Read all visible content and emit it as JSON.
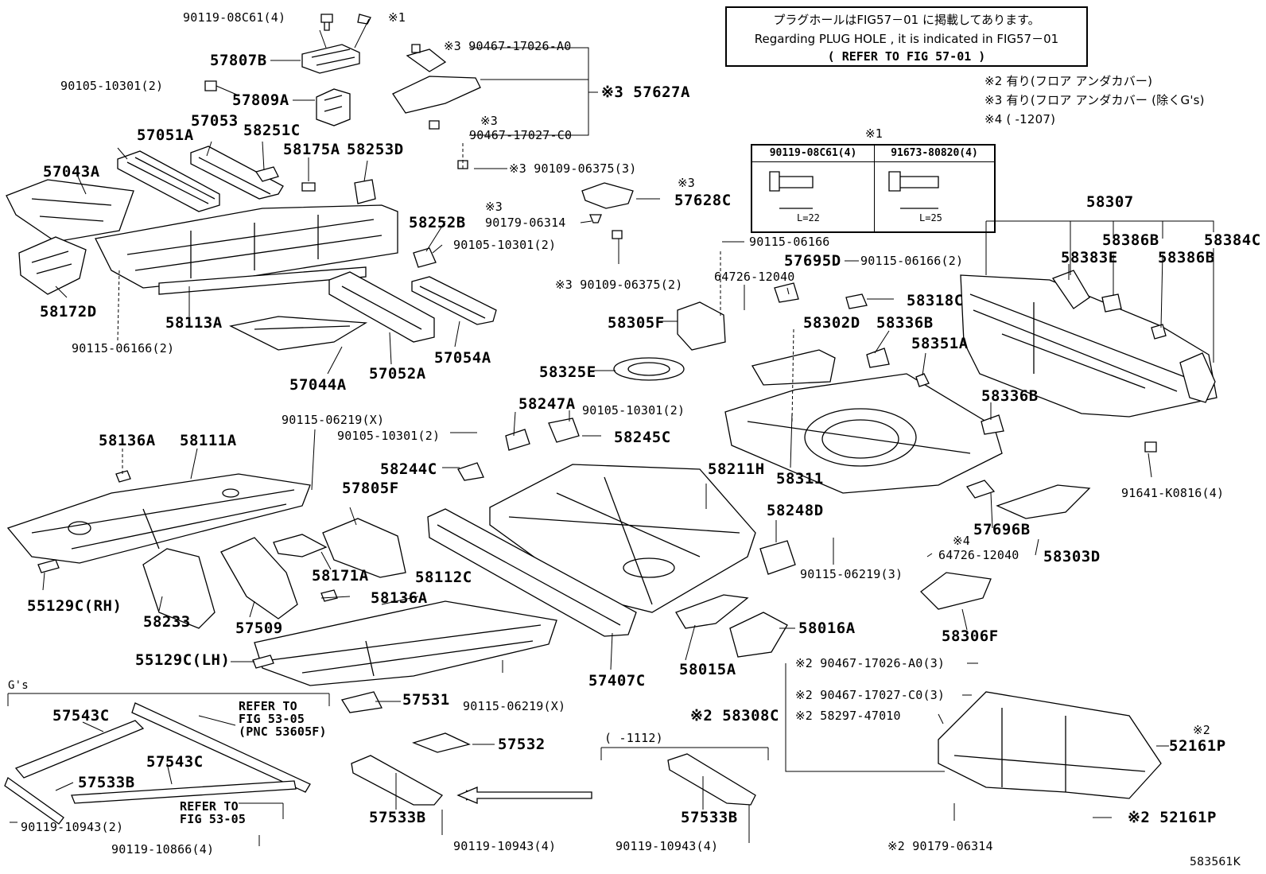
{
  "diagram_id": "583561K",
  "note_box": {
    "line_jp": "プラグホールはFIG57－01 に掲載してあります。",
    "line_en": "Regarding  PLUG HOLE , it is  indicated  in  FIG57－01",
    "line_ref": "( REFER TO FIG 57-01 )"
  },
  "legend": {
    "note2": "※2 有り(フロア アンダカバー)",
    "note3": "※3 有り(フロア アンダカバー (除くG's)",
    "note4": "※4 (      -1207)"
  },
  "bolt_table": {
    "mark": "※1",
    "col1_part": "90119-08C61(4)",
    "col2_part": "91673-80820(4)",
    "col1_len": "L=22",
    "col2_len": "L=25"
  },
  "labels": {
    "p90119_08C61": "90119-08C61(4)",
    "mark1_top": "※1",
    "p57807B": "57807B",
    "p90105_10301_a": "90105-10301(2)",
    "p57809A": "57809A",
    "p57051A": "57051A",
    "p57053": "57053",
    "p58251C": "58251C",
    "p58175A": "58175A",
    "p58253D": "58253D",
    "p57043A": "57043A",
    "p58172D": "58172D",
    "p58113A": "58113A",
    "p90115_06166_a": "90115-06166(2)",
    "p58252B": "58252B",
    "p90105_10301_b": "90105-10301(2)",
    "p57044A": "57044A",
    "p57052A": "57052A",
    "p57054A": "57054A",
    "p90467_17026_top": "※3 90467-17026-A0",
    "p57627A": "※3 57627A",
    "p90467_17027_mark": "※3",
    "p90467_17027_top": "90467-17027-C0",
    "p90109_06375_a": "※3 90109-06375(3)",
    "p57628C": "57628C",
    "p57628C_mark": "※3",
    "p90179_06314_mark": "※3",
    "p90179_06314_a": "90179-06314",
    "p90109_06375_b": "※3 90109-06375(2)",
    "p90115_06166_b": "90115-06166",
    "p57695D": "57695D",
    "p90115_06166_c": "90115-06166(2)",
    "p64726_12040_a": "64726-12040",
    "p58318C": "58318C",
    "p58305F": "58305F",
    "p58302D": "58302D",
    "p58336B_a": "58336B",
    "p58351A": "58351A",
    "p58325E": "58325E",
    "p58336B_b": "58336B",
    "p58307": "58307",
    "p58386B_a": "58386B",
    "p58384C": "58384C",
    "p58383E": "58383E",
    "p58386B_b": "58386B",
    "p91641_K0816": "91641-K0816(4)",
    "p90115_06219_X_a": "90115-06219(X)",
    "p58136A_a": "58136A",
    "p58111A": "58111A",
    "p90105_10301_c": "90105-10301(2)",
    "p58247A": "58247A",
    "p90105_10301_d": "90105-10301(2)",
    "p58245C": "58245C",
    "p58244C": "58244C",
    "p57805F": "57805F",
    "p58211H": "58211H",
    "p58311": "58311",
    "p58248D": "58248D",
    "p57696B": "57696B",
    "p58303D": "58303D",
    "p64726_12040_b_mark": "※4",
    "p64726_12040_b": "64726-12040",
    "p90115_06219_3": "90115-06219(3)",
    "p58306F": "58306F",
    "p55129C_RH": "55129C(RH)",
    "p58171A": "58171A",
    "p58112C": "58112C",
    "p58136A_b": "58136A",
    "p58233": "58233",
    "p57509": "57509",
    "p58016A": "58016A",
    "p58015A": "58015A",
    "p57407C": "57407C",
    "p55129C_LH": "55129C(LH)",
    "p90115_06219_X_b": "90115-06219(X)",
    "p57531": "57531",
    "p57532": "57532",
    "p90467_17026_bot": "※2 90467-17026-A0(3)",
    "p90467_17027_bot": "※2 90467-17027-C0(3)",
    "p58308C": "※2 58308C",
    "p58297_47010": "※2 58297-47010",
    "p52161P_a_mark": "※2",
    "p52161P_a": "52161P",
    "p52161P_b": "※2 52161P",
    "p90179_06314_b": "※2 90179-06314",
    "gs_title": "G's",
    "p57543C_a": "57543C",
    "p57543C_b": "57543C",
    "p57533B_a": "57533B",
    "refer1_l1": "REFER TO",
    "refer1_l2": "FIG 53-05",
    "refer1_l3": "(PNC 53605F)",
    "refer2_l1": "REFER TO",
    "refer2_l2": "FIG 53-05",
    "p90119_10943_a": "90119-10943(2)",
    "p90119_10866": "90119-10866(4)",
    "p57533B_b": "57533B",
    "p90119_10943_b": "90119-10943(4)",
    "range_1112": "(     -1112)",
    "p57533B_c": "57533B",
    "p90119_10943_c": "90119-10943(4)"
  }
}
